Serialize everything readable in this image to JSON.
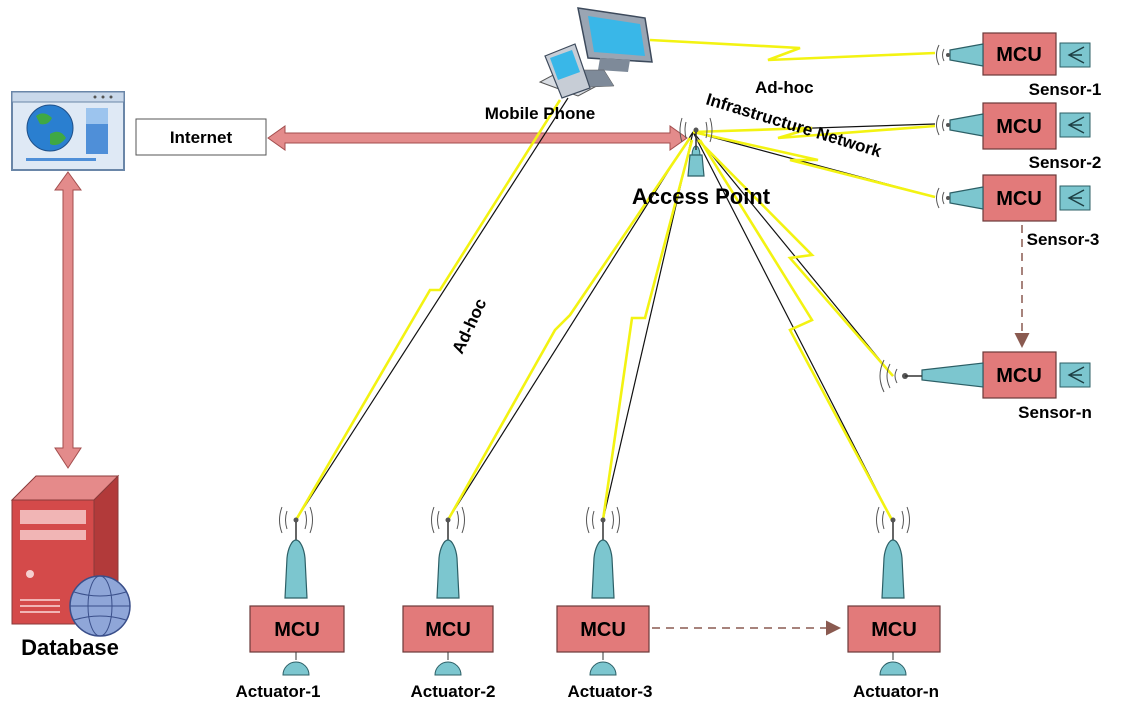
{
  "labels": {
    "internet": "Internet",
    "database": "Database",
    "mobile_phone": "Mobile Phone",
    "access_point": "Access Point",
    "adhoc_top": "Ad-hoc",
    "adhoc_left": "Ad-hoc",
    "infrastructure": "Infrastructure Network"
  },
  "mcu_label": "MCU",
  "sensors": [
    "Sensor-1",
    "Sensor-2",
    "Sensor-3",
    "Sensor-n"
  ],
  "actuators": [
    "Actuator-1",
    "Actuator-2",
    "Actuator-3",
    "Actuator-n"
  ],
  "colors": {
    "mcu_fill": "#e27a7a",
    "antenna_fill": "#7cc6cf",
    "wireless_link": "#f3f312",
    "wired_arrow": "#e38b8b"
  }
}
